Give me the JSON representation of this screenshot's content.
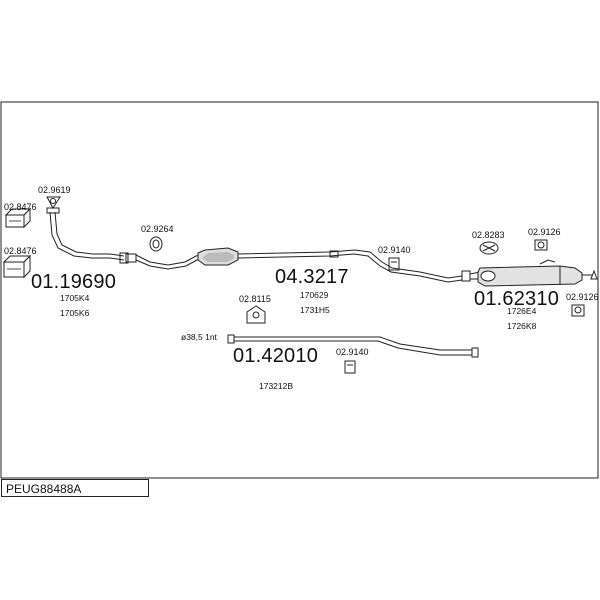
{
  "diagram": {
    "code": "PEUG88488A",
    "parts": {
      "clamp_1": "02.8476",
      "clamp_2": "02.8476",
      "gasket_top": "02.9619",
      "front_pipe": "01.19690",
      "front_pipe_ref1": "1705K4",
      "front_pipe_ref2": "1705K6",
      "ring_1": "02.9264",
      "converter": "04.3217",
      "converter_ref1": "170629",
      "converter_ref2": "1731H5",
      "mount_1": "02.9140",
      "bracket": "02.8115",
      "tail_pipe_dim": "ø38,5 1nt",
      "tail_pipe": "01.42010",
      "mount_2": "02.9140",
      "tail_pipe_ref": "173212B",
      "clamp_rear": "02.8283",
      "rubber_1": "02.9126",
      "rear_silencer": "01.62310",
      "rear_silencer_ref1": "1726E4",
      "rear_silencer_ref2": "1726K8",
      "rubber_2": "02.9126"
    }
  }
}
